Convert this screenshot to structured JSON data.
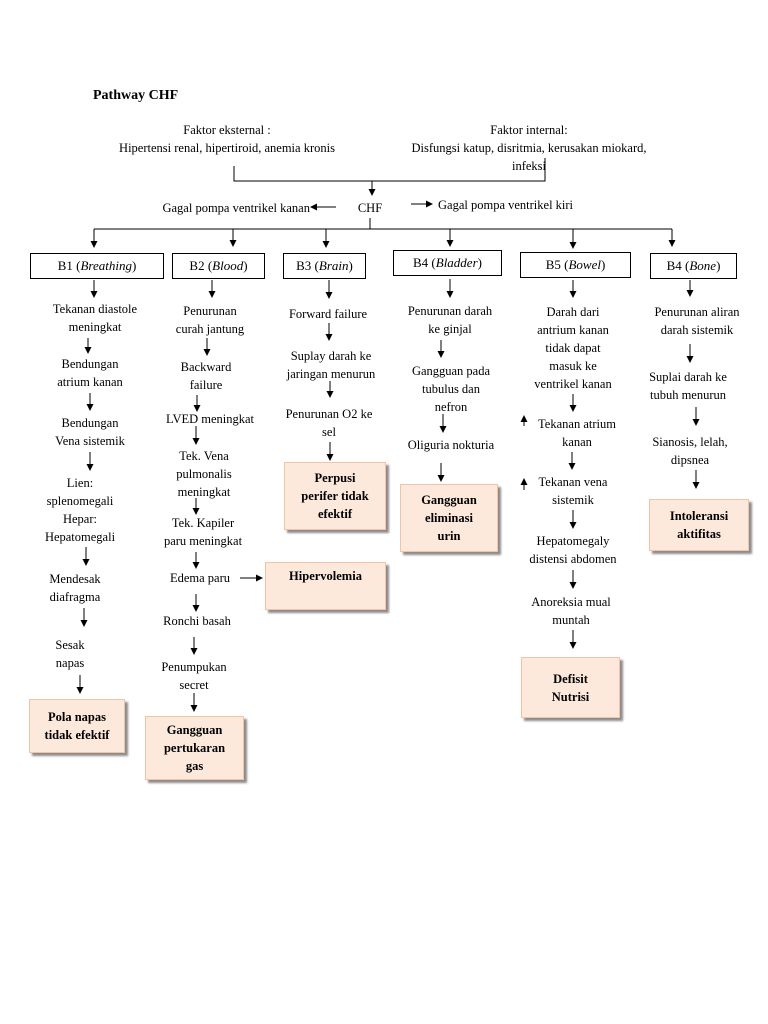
{
  "title": "Pathway CHF",
  "factors": {
    "external": [
      "Faktor eksternal :",
      "Hipertensi renal, hipertiroid, anemia kronis"
    ],
    "internal": [
      "Faktor internal:",
      "Disfungsi katup, disritmia, kerusakan miokard,",
      "infeksi"
    ]
  },
  "center": {
    "chf": "CHF",
    "left": "Gagal pompa ventrikel kanan",
    "right": "Gagal pompa ventrikel kiri"
  },
  "columns": [
    {
      "code": "B1 (",
      "system": "Breathing",
      "close": ")",
      "steps": [
        [
          "Tekanan diastole",
          "meningkat"
        ],
        [
          "Bendungan",
          "atrium kanan"
        ],
        [
          "Bendungan",
          "Vena sistemik"
        ],
        [
          "Lien:",
          "splenomegali",
          "Hepar:",
          "Hepatomegali"
        ],
        [
          "Mendesak",
          "diafragma"
        ],
        [
          "Sesak",
          "napas"
        ]
      ],
      "diagnosis": [
        "Pola napas",
        "tidak efektif"
      ]
    },
    {
      "code": "B2 (",
      "system": "Blood",
      "close": ")",
      "steps": [
        [
          "Penurunan",
          "curah jantung"
        ],
        [
          "Backward",
          "failure"
        ],
        [
          "LVED meningkat"
        ],
        [
          "Tek. Vena",
          "pulmonalis",
          "meningkat"
        ],
        [
          "Tek. Kapiler",
          "paru meningkat"
        ],
        [
          "Edema paru"
        ],
        [
          "Ronchi basah"
        ],
        [
          "Penumpukan",
          "secret"
        ]
      ],
      "diagnosis": [
        "Gangguan",
        "pertukaran",
        "gas"
      ],
      "side_diagnosis": [
        "Hipervolemia"
      ]
    },
    {
      "code": "B3 (",
      "system": "Brain",
      "close": ")",
      "steps": [
        [
          "Forward failure"
        ],
        [
          "Suplay darah ke",
          "jaringan menurun"
        ],
        [
          "Penurunan O2 ke",
          "sel"
        ]
      ],
      "diagnosis": [
        "Perpusi",
        "perifer tidak",
        "efektif"
      ]
    },
    {
      "code": "B4 (",
      "system": "Bladder",
      "close": ")",
      "steps": [
        [
          "Penurunan darah",
          "ke ginjal"
        ],
        [
          "Gangguan pada",
          "tubulus dan",
          "nefron"
        ],
        [
          "Oliguria nokturia"
        ]
      ],
      "diagnosis": [
        "Gangguan",
        "eliminasi",
        "urin"
      ]
    },
    {
      "code": "B5 (",
      "system": "Bowel",
      "close": ")",
      "steps": [
        [
          "Darah dari",
          "antrium kanan",
          "tidak dapat",
          "masuk ke",
          "ventrikel kanan"
        ],
        [
          "Tekanan atrium",
          "kanan"
        ],
        [
          "Tekanan vena",
          "sistemik"
        ],
        [
          "Hepatomegaly",
          "distensi abdomen"
        ],
        [
          "Anoreksia mual",
          "muntah"
        ]
      ],
      "diagnosis": [
        "Defisit",
        "Nutrisi"
      ]
    },
    {
      "code": "B4 (",
      "system": "Bone",
      "close": ")",
      "steps": [
        [
          "Penurunan aliran",
          "darah sistemik"
        ],
        [
          "Suplai darah ke",
          "tubuh menurun"
        ],
        [
          "Sianosis, lelah,",
          "dipsnea"
        ]
      ],
      "diagnosis": [
        "Intoleransi",
        "aktifitas"
      ]
    }
  ]
}
